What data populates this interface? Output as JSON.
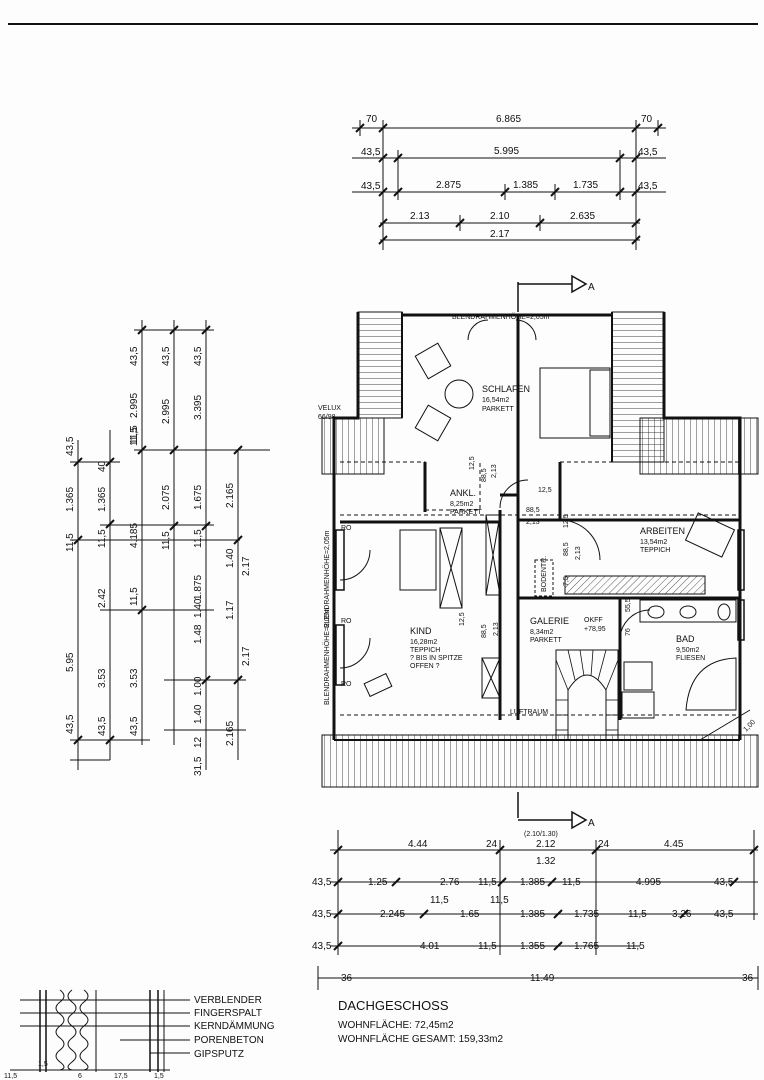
{
  "plan": {
    "title": "DACHGESCHOSS",
    "area_living": "WOHNFLÄCHE: 72,45m2",
    "area_total": "WOHNFLÄCHE GESAMT: 159,33m2",
    "section_marker": "A",
    "section_height": "(2.10/1.30)",
    "frame_height_top": "BLENDRAHMENHÖHE=2,05m",
    "frame_height_left_1": "BLENDRAHMENHÖHE=2,05m",
    "frame_height_left_2": "BLENDRAHMENHÖHE=2,05m",
    "velux": [
      "VELUX",
      "66/98"
    ]
  },
  "rooms": {
    "schlafen": [
      "SCHLAFEN",
      "16,54m2",
      "PARKETT"
    ],
    "ankl": [
      "ANKL.",
      "8,25m2",
      "PARKETT"
    ],
    "arbeiten": [
      "ARBEITEN",
      "13,54m2",
      "TEPPICH"
    ],
    "kind": [
      "KIND",
      "16,28m2",
      "TEPPICH",
      "? BIS IN SPITZE",
      "OFFEN ?"
    ],
    "galerie": [
      "GALERIE",
      "8,34m2",
      "PARKETT"
    ],
    "okff": [
      "OKFF",
      "+78,95"
    ],
    "bad": [
      "BAD",
      "9,50m2",
      "FLIESEN"
    ],
    "luftraum": "LUFTRAUM",
    "bodentr": "BODENTR."
  },
  "interior_dims": [
    "12,5",
    "88,5",
    "2,13",
    "12,5",
    "88,5",
    "2,13",
    "12,5",
    "88,5",
    "2,13",
    "12,5",
    "88,5",
    "2,13",
    "55,5",
    "76",
    "7,5",
    "RO",
    "RO",
    "RO",
    "1,00"
  ],
  "dims_top": {
    "row1": [
      "70",
      "6.865",
      "70"
    ],
    "row2": [
      "43,5",
      "5.995",
      "43,5"
    ],
    "row3": [
      "43,5",
      "2.875",
      "1.385",
      "1.735",
      "43,5"
    ],
    "row4": [
      "2.13",
      "2.10",
      "2.635"
    ],
    "row5": [
      "2.17"
    ]
  },
  "dims_left": {
    "col1": [
      "43,5",
      "1.365",
      "11,5",
      "5.95",
      "43,5"
    ],
    "col2": [
      "40",
      "1.365",
      "11,5",
      "2.42",
      "3.53",
      "43,5"
    ],
    "col3": [
      "11,5",
      "4.185",
      "11,5",
      "3.53",
      "43,5"
    ],
    "col4": [
      "43,5",
      "2.995",
      "11,5",
      "2.075",
      "11,5"
    ],
    "col5": [
      "43,5",
      "2.995",
      "11,5",
      "1.875",
      "1.48",
      "1.00",
      "1.40",
      "12",
      "31,5"
    ],
    "col6": [
      "43,5",
      "3.395",
      "1.675",
      "11,5",
      "1.17",
      "1.40",
      "2.165"
    ],
    "col7": [
      "2.165",
      "1.40",
      "2.17",
      "2.17"
    ]
  },
  "dims_bottom": {
    "row1": [
      "4.44",
      "24",
      "2.12",
      "24",
      "4.45"
    ],
    "row1b": [
      "1.32"
    ],
    "row2": [
      "43,5",
      "1.25",
      "2.76",
      "11,5",
      "1.385",
      "11,5",
      "4.995",
      "43,5"
    ],
    "row3": [
      "43,5",
      "2.245",
      "11,5",
      "1.65",
      "11,5",
      "1.385",
      "1.735",
      "11,5",
      "3.26",
      "43,5"
    ],
    "row4": [
      "43,5",
      "4.01",
      "11,5",
      "1.355",
      "1.765",
      "11,5"
    ],
    "row5": [
      "36",
      "11.49",
      "36"
    ]
  },
  "legend": {
    "items": [
      "VERBLENDER",
      "FINGERSPALT",
      "KERNDÄMMUNG",
      "PORENBETON",
      "GIPSPUTZ"
    ],
    "dims": [
      "11,5",
      "1,5",
      "6",
      "17,5",
      "1,5"
    ]
  }
}
